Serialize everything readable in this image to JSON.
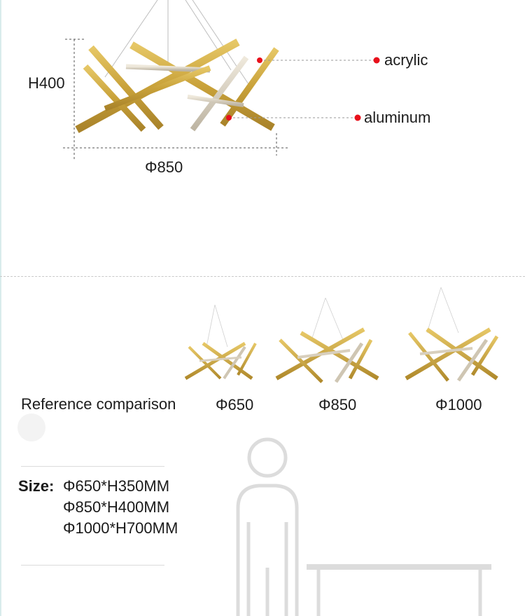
{
  "dimensions": {
    "height_label": "H400",
    "diameter_label": "Φ850"
  },
  "materials": [
    {
      "label": "acrylic",
      "marker_color": "#e8101b"
    },
    {
      "label": "aluminum",
      "marker_color": "#e8101b"
    }
  ],
  "comparison": {
    "heading": "Reference comparison",
    "sizes": [
      "Φ650",
      "Φ850",
      "Φ1000"
    ]
  },
  "size_spec": {
    "key": "Size:",
    "values": [
      "Φ650*H350MM",
      "Φ850*H400MM",
      "Φ1000*H700MM"
    ]
  },
  "colors": {
    "gold": "#c9a43c",
    "acrylic": "#d8d2c4",
    "accent": "#e8101b"
  }
}
